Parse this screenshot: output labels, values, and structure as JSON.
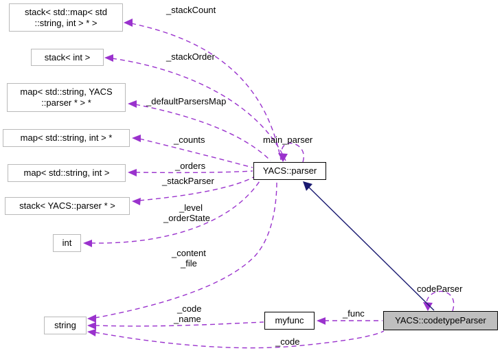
{
  "diagram": {
    "title": "YACS::codetypeParser collaboration graph",
    "colors": {
      "edge_dashed": "#9a32cd",
      "edge_inherit": "#191970",
      "node_fill": "#ffffff",
      "node_fill_active": "#bfbfbf",
      "node_border_gray": "#b9b9b9",
      "node_border_black": "#000000"
    },
    "nodes": {
      "stack_map": {
        "line1": "stack< std::map< std",
        "line2": "::string, int > * >"
      },
      "stack_int": {
        "line1": "stack< int >"
      },
      "map_string_parser": {
        "line1": "map< std::string, YACS",
        "line2": "::parser * > *"
      },
      "map_string_int_ptr": {
        "line1": "map< std::string, int > *"
      },
      "map_string_int": {
        "line1": "map< std::string, int >"
      },
      "stack_yacs_parser": {
        "line1": "stack< YACS::parser * >"
      },
      "int": {
        "line1": "int"
      },
      "string": {
        "line1": "string"
      },
      "parser": {
        "line1": "YACS::parser"
      },
      "myfunc": {
        "line1": "myfunc"
      },
      "codetype_parser": {
        "line1": "YACS::codetypeParser"
      }
    },
    "edge_labels": {
      "stack_count": "_stackCount",
      "stack_order": "_stackOrder",
      "default_parsers_map": "_defaultParsersMap",
      "counts": "_counts",
      "main_parser": "main_parser",
      "orders": "_orders",
      "stack_parser": "_stackParser",
      "level": "_level",
      "order_state": "_orderState",
      "content": "_content",
      "file": "_file",
      "code_upper": "_code",
      "name": "_name",
      "func": "_func",
      "code_parser": "codeParser",
      "code_lower": "_code"
    }
  }
}
